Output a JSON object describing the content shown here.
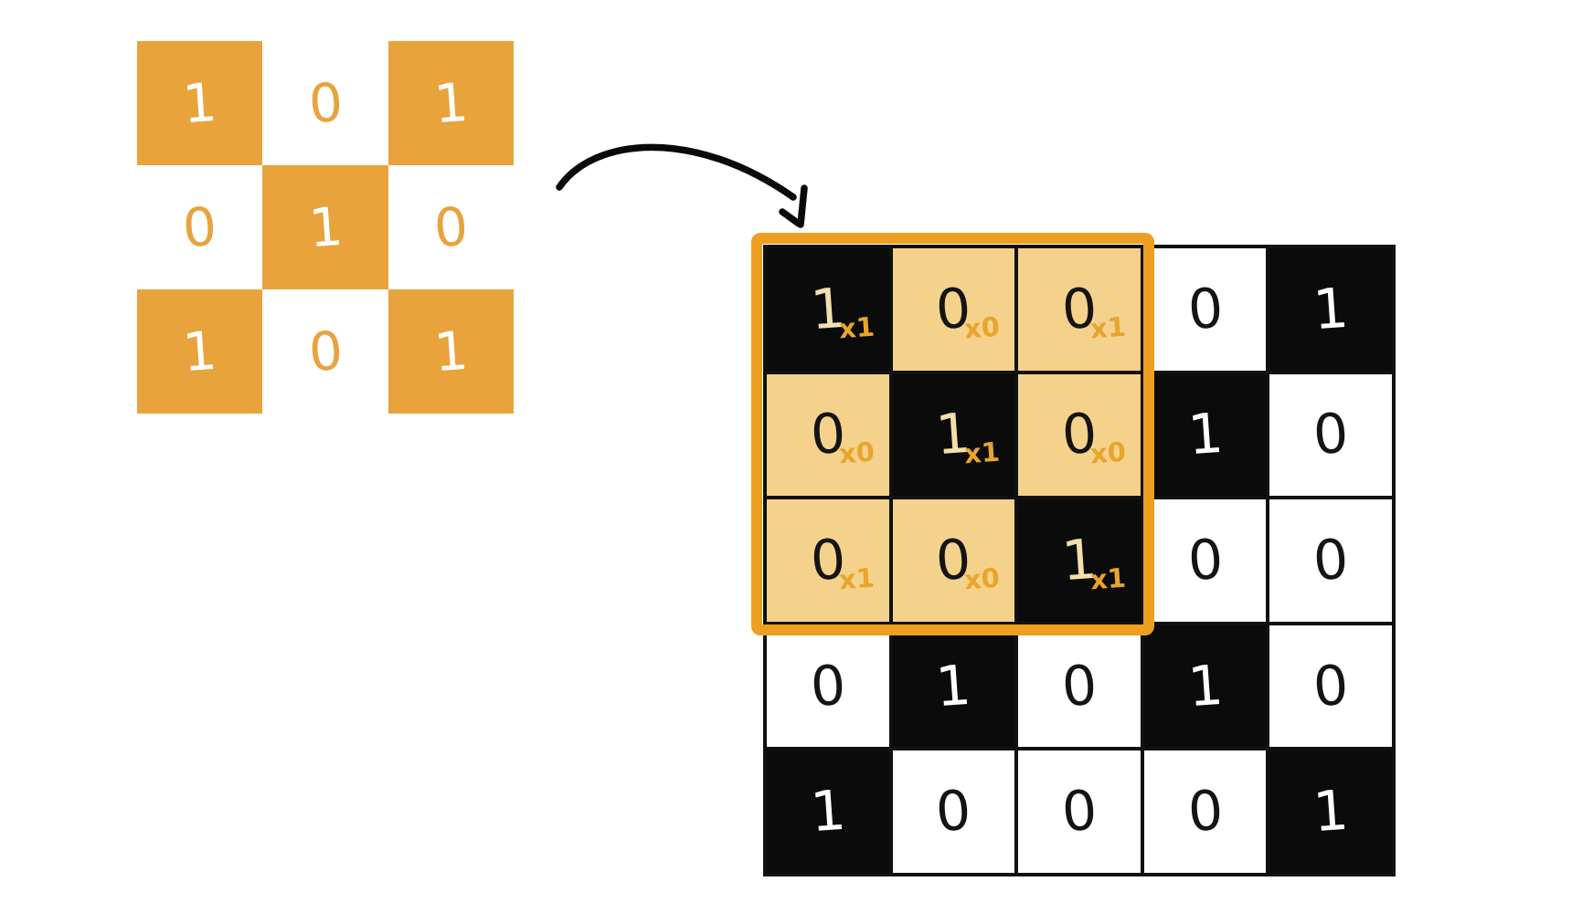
{
  "kernel": {
    "rows": [
      [
        "1",
        "0",
        "1"
      ],
      [
        "0",
        "1",
        "0"
      ],
      [
        "1",
        "0",
        "1"
      ]
    ]
  },
  "input_grid": {
    "rows": [
      [
        "1",
        "0",
        "0",
        "0",
        "1"
      ],
      [
        "0",
        "1",
        "0",
        "1",
        "0"
      ],
      [
        "0",
        "0",
        "1",
        "0",
        "0"
      ],
      [
        "0",
        "1",
        "0",
        "1",
        "0"
      ],
      [
        "1",
        "0",
        "0",
        "0",
        "1"
      ]
    ]
  },
  "overlay": {
    "row_offset": 0,
    "col_offset": 0,
    "size": 3,
    "multipliers": [
      [
        "x1",
        "x0",
        "x1"
      ],
      [
        "x0",
        "x1",
        "x0"
      ],
      [
        "x1",
        "x0",
        "x1"
      ]
    ]
  },
  "colors": {
    "kernel_orange": "#E8A33D",
    "overlay_fill": "#F5D28C",
    "overlay_border": "#EC9F21",
    "annotation_orange": "#E9A42C",
    "cell_black": "#0B0B0B",
    "cell_white": "#FFFFFF",
    "highlight_digit_cream": "#F2DFAC",
    "line_black": "#111111"
  }
}
